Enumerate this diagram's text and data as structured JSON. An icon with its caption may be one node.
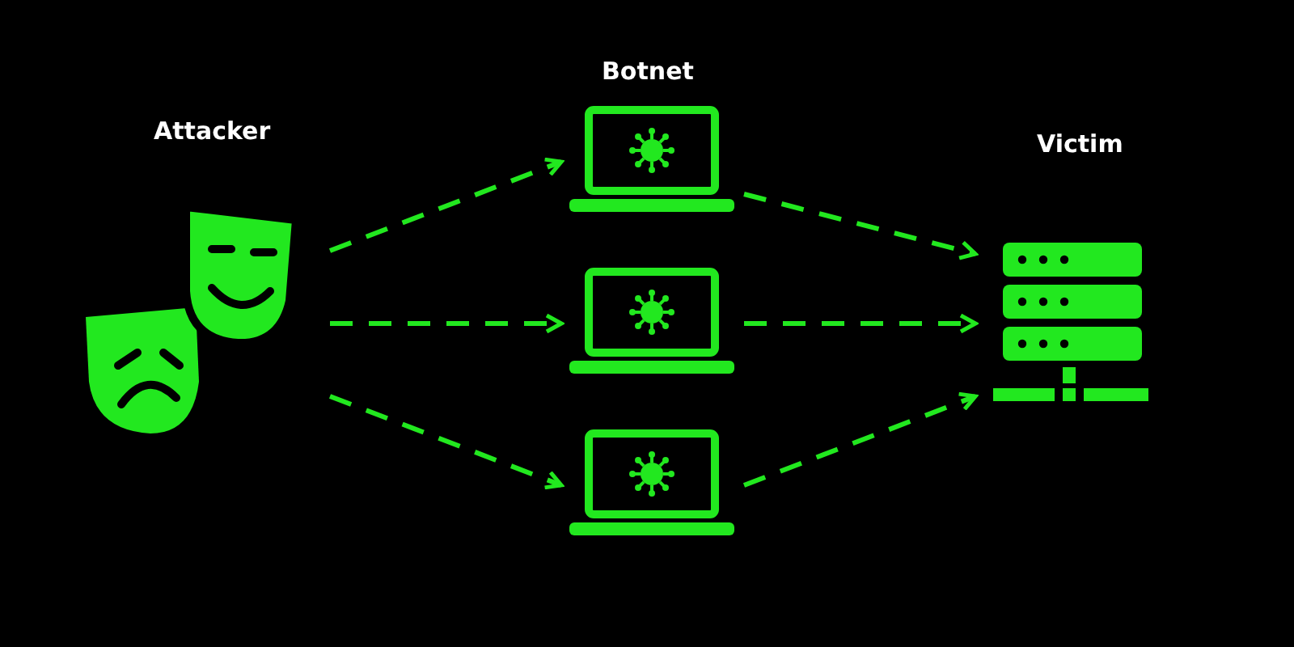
{
  "diagram": {
    "nodes": [
      {
        "text": [
          "Attacker"
        ]
      },
      {
        "text": [],
        "shape": "laptop"
      },
      {
        "text": [],
        "shape": "laptop"
      },
      {
        "text": [],
        "shape": "laptop"
      },
      {
        "text": [
          "Victim"
        ]
      }
    ],
    "edges": [
      {
        "from": 0,
        "to": 1,
        "arrow": "to",
        "style": "dashed"
      },
      {
        "from": 0,
        "to": 2,
        "arrow": "to",
        "style": "dashed"
      },
      {
        "from": 0,
        "to": 3,
        "arrow": "to",
        "style": "dashed"
      },
      {
        "from": 1,
        "to": 4,
        "arrow": "to",
        "style": "dashed"
      },
      {
        "from": 2,
        "to": 4,
        "arrow": "to",
        "style": "dashed"
      },
      {
        "from": 3,
        "to": 4,
        "arrow": "to",
        "style": "dashed"
      }
    ],
    "labels": [
      "Botnet"
    ]
  }
}
